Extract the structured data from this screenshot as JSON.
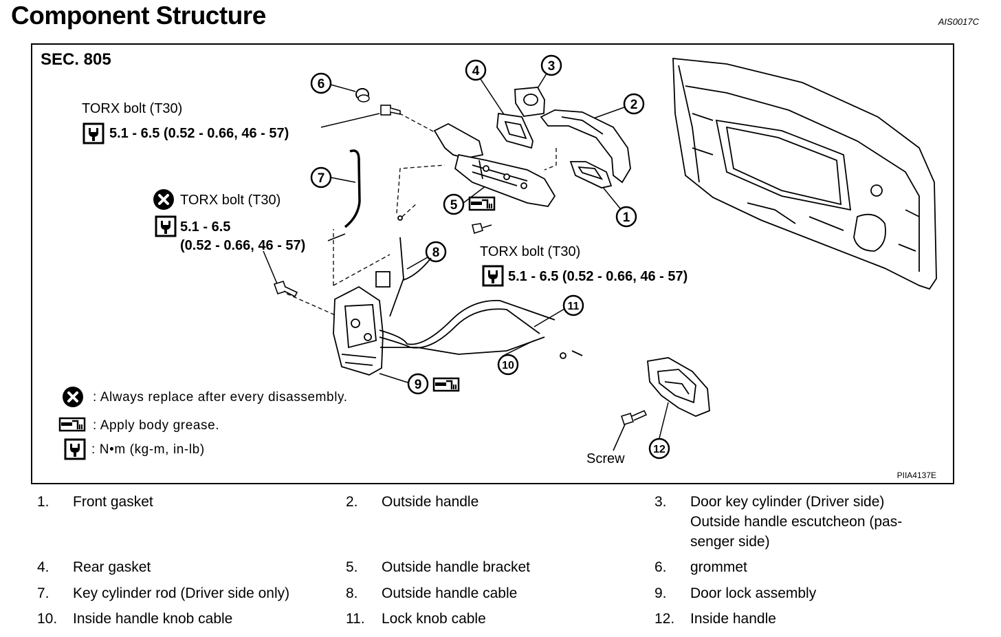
{
  "header": {
    "title": "Component Structure",
    "code": "AIS0017C"
  },
  "figure": {
    "section": "SEC. 805",
    "code": "PIIA4137E",
    "callouts": [
      "1",
      "2",
      "3",
      "4",
      "5",
      "6",
      "7",
      "8",
      "9",
      "10",
      "11",
      "12"
    ],
    "torx_label": "TORX bolt (T30)",
    "torque_full": "5.1 - 6.5 (0.52 - 0.66, 46 - 57)",
    "torque_short": "5.1 - 6.5",
    "torque_units_paren": "(0.52 - 0.66, 46 - 57)",
    "screw_label": "Screw",
    "legend": {
      "replace": ": Always replace after every disassembly.",
      "grease": ": Apply body grease.",
      "torque": ":  N•m  (kg-m,  in-lb)"
    }
  },
  "parts": [
    {
      "num": "1.",
      "name": "Front gasket"
    },
    {
      "num": "2.",
      "name": "Outside handle"
    },
    {
      "num": "3.",
      "name": "Door key cylinder (Driver side)",
      "name2": "Outside handle escutcheon (pas-",
      "name3": "senger side)"
    },
    {
      "num": "4.",
      "name": "Rear gasket"
    },
    {
      "num": "5.",
      "name": "Outside handle bracket"
    },
    {
      "num": "6.",
      "name": "grommet"
    },
    {
      "num": "7.",
      "name": "Key cylinder rod (Driver side only)"
    },
    {
      "num": "8.",
      "name": "Outside handle cable"
    },
    {
      "num": "9.",
      "name": "Door lock assembly"
    },
    {
      "num": "10.",
      "name": "Inside handle knob cable"
    },
    {
      "num": "11.",
      "name": "Lock knob cable"
    },
    {
      "num": "12.",
      "name": "Inside handle"
    }
  ]
}
